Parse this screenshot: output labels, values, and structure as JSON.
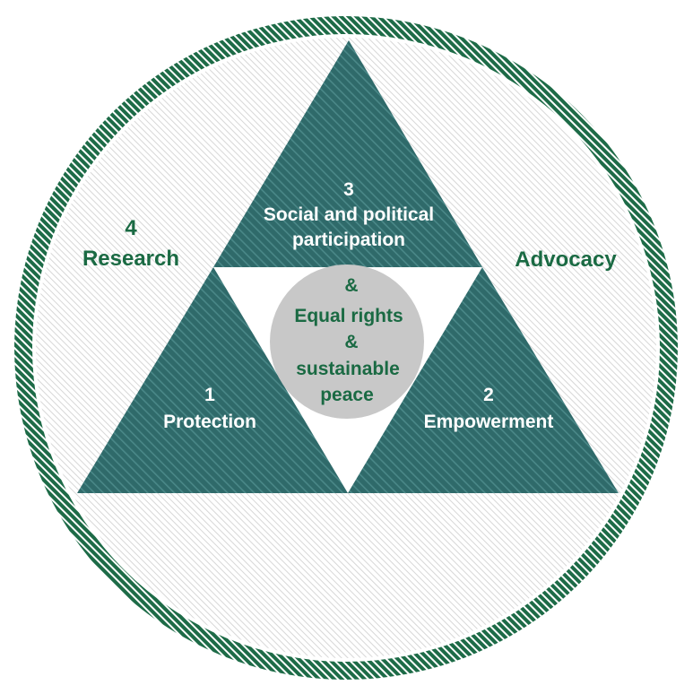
{
  "colors": {
    "ring": "#1d6b47",
    "ring_stripe": "#ffffff",
    "triangle": "#2f6a6a",
    "triangle_highlight": "#4a8888",
    "background_hatch": "#d7d7d7",
    "center_circle": "#c8c8c8",
    "green_text": "#1a6a43",
    "white_text": "#ffffff"
  },
  "pillars": {
    "protection": {
      "number": "1",
      "label": "Protection"
    },
    "empowerment": {
      "number": "2",
      "label": "Empowerment"
    },
    "participation": {
      "number": "3",
      "label_line1": "Social and political",
      "label_line2": "participation"
    }
  },
  "outer": {
    "research_number": "4",
    "research_label": "Research",
    "advocacy_label": "Advocacy"
  },
  "center": {
    "line1": "&",
    "line2": "Equal rights",
    "line3": "&",
    "line4": "sustainable",
    "line5": "peace"
  }
}
